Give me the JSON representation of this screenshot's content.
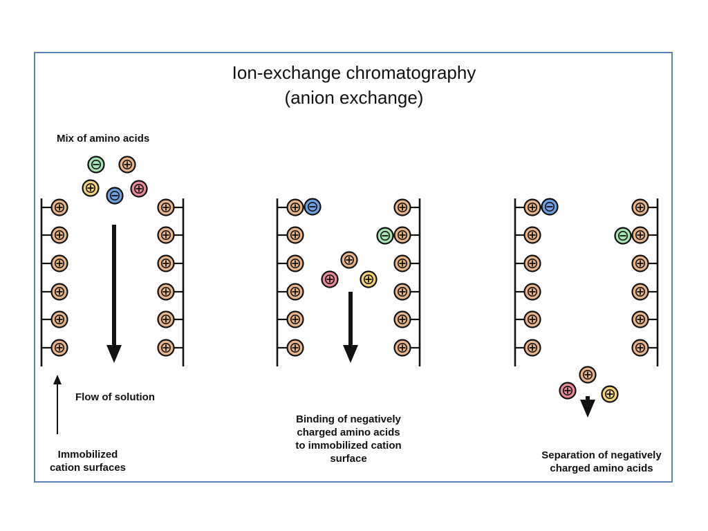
{
  "title": {
    "line1": "Ion-exchange chromatography",
    "line2": "(anion exchange)"
  },
  "labels": {
    "mix": "Mix of amino acids",
    "flow": "Flow of solution",
    "immobilized_line1": "Immobilized",
    "immobilized_line2": "cation surfaces",
    "binding_line1": "Binding of negatively",
    "binding_line2": "charged amino acids",
    "binding_line3": "to immobilized cation",
    "binding_line4": "surface",
    "separation_line1": "Separation of negatively",
    "separation_line2": "charged amino acids"
  },
  "symbols": {
    "positive": "+",
    "negative": "-"
  },
  "colors": {
    "frame": "#5a82b6",
    "cation_bead": "#e8b48a",
    "green_bead": "#a6e3b3",
    "blue_bead": "#6f9fe0",
    "red_bead": "#e98a97",
    "yellow_bead": "#f3d27c",
    "ink": "#111111"
  }
}
